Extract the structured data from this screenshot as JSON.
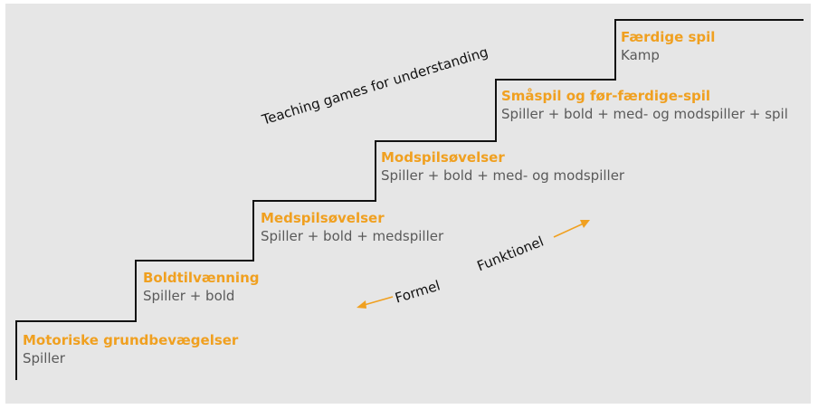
{
  "colors": {
    "background": "#e6e6e6",
    "title": "#f0a020",
    "subtitle": "#5a5a5a",
    "line": "#111111",
    "arrow": "#f0a020"
  },
  "heading": "Teaching games for understanding",
  "steps": [
    {
      "title": "Motoriske grundbevægelser",
      "subtitle": "Spiller"
    },
    {
      "title": "Boldtilvænning",
      "subtitle": "Spiller + bold"
    },
    {
      "title": "Medspilsøvelser",
      "subtitle": "Spiller + bold + medspiller"
    },
    {
      "title": "Modspilsøvelser",
      "subtitle": "Spiller + bold + med- og modspiller"
    },
    {
      "title": "Småspil og før-færdige-spil",
      "subtitle": "Spiller + bold + med- og modspiller + spil"
    },
    {
      "title": "Færdige spil",
      "subtitle": "Kamp"
    }
  ],
  "arrows": {
    "formel": "Formel",
    "funktionel": "Funktionel"
  }
}
